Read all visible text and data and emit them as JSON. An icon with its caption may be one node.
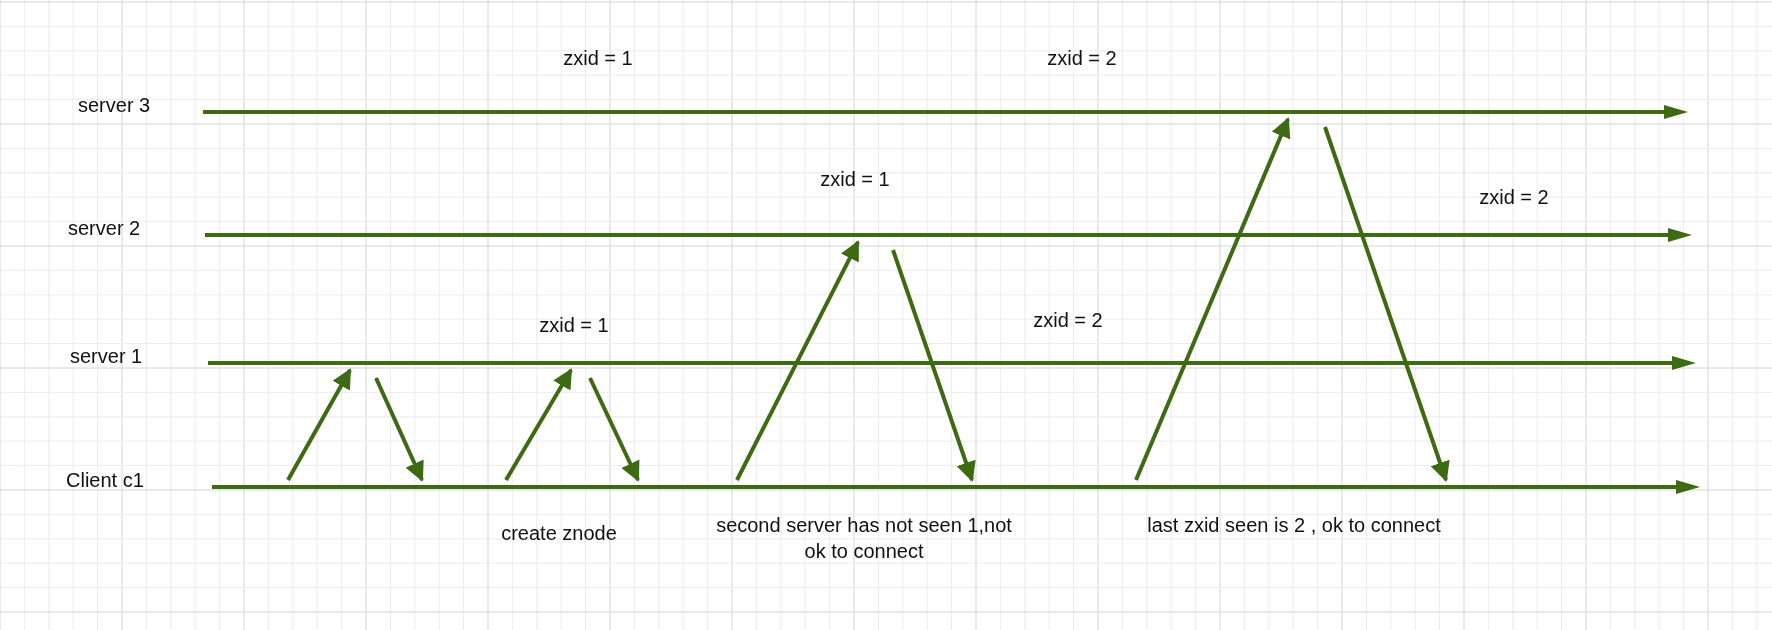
{
  "diagram": {
    "nodes": [
      {
        "text": [
          "server 3"
        ]
      },
      {
        "text": [
          "server 2"
        ]
      },
      {
        "text": [
          "server 1"
        ]
      },
      {
        "text": [
          "Client c1"
        ]
      }
    ],
    "edges": [
      {
        "from": 3,
        "to": 2,
        "arrow": "to"
      },
      {
        "from": 2,
        "to": 3,
        "arrow": "to"
      },
      {
        "from": 3,
        "to": 2,
        "arrow": "to"
      },
      {
        "from": 2,
        "to": 3,
        "arrow": "to"
      },
      {
        "from": 3,
        "to": 1,
        "arrow": "to"
      },
      {
        "from": 1,
        "to": 3,
        "arrow": "to"
      },
      {
        "from": 3,
        "to": 0,
        "arrow": "to"
      },
      {
        "from": 0,
        "to": 3,
        "arrow": "to"
      }
    ],
    "labels": [
      "zxid = 1",
      "zxid = 2",
      "zxid = 1",
      "zxid = 2",
      "zxid = 1",
      "zxid = 2",
      "create znode",
      "second server has not seen 1,not ok to connect",
      "last zxid seen is 2 , ok to connect"
    ]
  }
}
